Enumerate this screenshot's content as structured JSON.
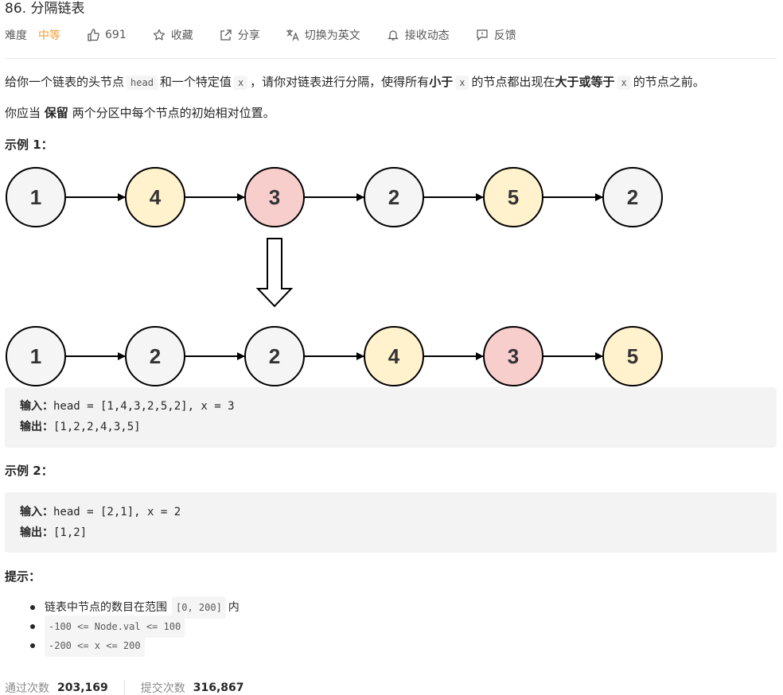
{
  "title": "86. 分隔链表",
  "meta": {
    "difficulty_label": "难度",
    "difficulty_value": "中等",
    "likes": "691",
    "favorite": "收藏",
    "share": "分享",
    "translate": "切换为英文",
    "notify": "接收动态",
    "feedback": "反馈"
  },
  "colors": {
    "difficulty_medium": "#f29d38",
    "node_gray": "#f5f5f5",
    "node_yellow": "#fff2cc",
    "node_red": "#f8cecc",
    "code_bg": "#f3f3f3"
  },
  "description": {
    "p1_a": "给你一个链表的头节点",
    "p1_code1": "head",
    "p1_b": "和一个特定值",
    "p1_code2": "x",
    "p1_c": "，请你对链表进行分隔，使得所有",
    "p1_bold1": "小于",
    "p1_code3": "x",
    "p1_d": "的节点都出现在",
    "p1_bold2": "大于或等于",
    "p1_code4": "x",
    "p1_e": "的节点之前。",
    "p2_a": "你应当",
    "p2_bold": "保留",
    "p2_b": "两个分区中每个节点的初始相对位置。"
  },
  "example1": {
    "heading": "示例 1：",
    "diagram_top": [
      "1",
      "4",
      "3",
      "2",
      "5",
      "2"
    ],
    "diagram_bottom": [
      "1",
      "2",
      "2",
      "4",
      "3",
      "5"
    ],
    "input_label": "输入：",
    "input_value": "head = [1,4,3,2,5,2], x = 3",
    "output_label": "输出：",
    "output_value": "[1,2,2,4,3,5]"
  },
  "example2": {
    "heading": "示例 2：",
    "input_label": "输入：",
    "input_value": "head = [2,1], x = 2",
    "output_label": "输出：",
    "output_value": "[1,2]"
  },
  "hints": {
    "heading": "提示：",
    "item1_a": "链表中节点的数目在范围",
    "item1_code": "[0, 200]",
    "item1_b": "内",
    "item2_code": "-100 <= Node.val <= 100",
    "item3_code": "-200 <= x <= 200"
  },
  "stats": {
    "accepted_label": "通过次数",
    "accepted_value": "203,169",
    "submitted_label": "提交次数",
    "submitted_value": "316,867"
  }
}
